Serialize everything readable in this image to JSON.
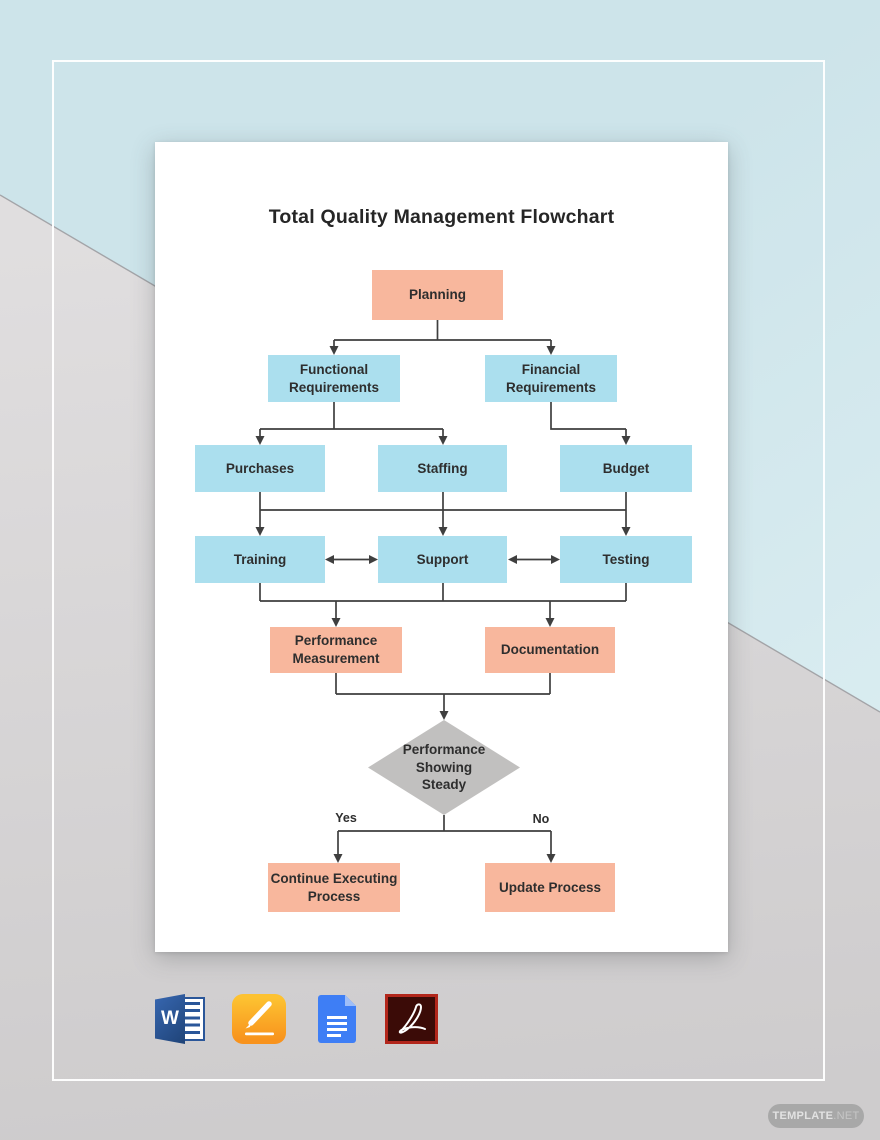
{
  "title": "Total Quality Management Flowchart",
  "flowchart": {
    "nodes": {
      "planning": "Planning",
      "functional_requirements": "Functional Requirements",
      "financial_requirements": "Financial Requirements",
      "purchases": "Purchases",
      "staffing": "Staffing",
      "budget": "Budget",
      "training": "Training",
      "support": "Support",
      "testing": "Testing",
      "performance_measurement": "Performance Measurement",
      "documentation": "Documentation",
      "decision": "Performance Showing Steady",
      "continue_executing": "Continue Executing Process",
      "update_process": "Update Process"
    },
    "branch_labels": {
      "yes": "Yes",
      "no": "No"
    },
    "colors": {
      "milestone_fill": "#f8b79d",
      "task_fill": "#abdfee",
      "decision_fill": "#c1c0bf",
      "connector": "#3f3f3f",
      "background_blue": "#cde4ea",
      "background_gray": "#d2d0d1"
    }
  },
  "footer": {
    "icons": [
      {
        "name": "microsoft-word",
        "letter": "W"
      },
      {
        "name": "apple-pages"
      },
      {
        "name": "google-docs"
      },
      {
        "name": "adobe-acrobat"
      }
    ]
  },
  "watermark": {
    "brand": "TEMPLATE",
    "tld": ".NET"
  }
}
